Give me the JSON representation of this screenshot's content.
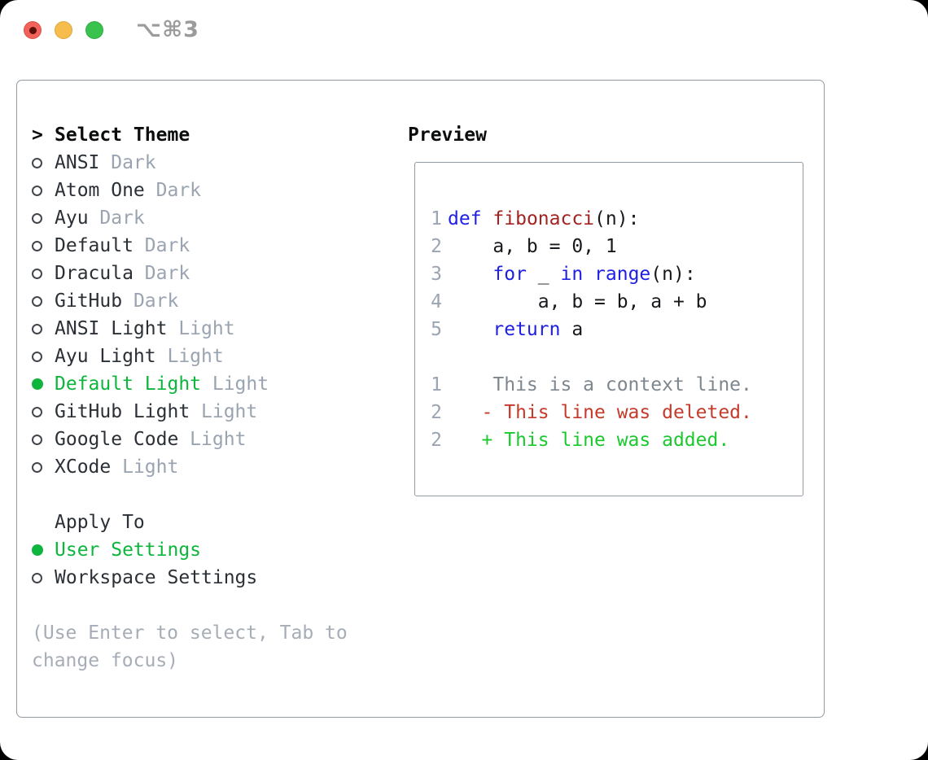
{
  "window": {
    "hotkey": "⌥⌘3",
    "traffic_lights": [
      "close",
      "minimize",
      "zoom"
    ]
  },
  "theme_picker": {
    "title_marker": ">",
    "title": "Select Theme",
    "items": [
      {
        "name": "ANSI",
        "variant": "Dark",
        "selected": false
      },
      {
        "name": "Atom One",
        "variant": "Dark",
        "selected": false
      },
      {
        "name": "Ayu",
        "variant": "Dark",
        "selected": false
      },
      {
        "name": "Default",
        "variant": "Dark",
        "selected": false
      },
      {
        "name": "Dracula",
        "variant": "Dark",
        "selected": false
      },
      {
        "name": "GitHub",
        "variant": "Dark",
        "selected": false
      },
      {
        "name": "ANSI Light",
        "variant": "Light",
        "selected": false
      },
      {
        "name": "Ayu Light",
        "variant": "Light",
        "selected": false
      },
      {
        "name": "Default Light",
        "variant": "Light",
        "selected": true
      },
      {
        "name": "GitHub Light",
        "variant": "Light",
        "selected": false
      },
      {
        "name": "Google Code",
        "variant": "Light",
        "selected": false
      },
      {
        "name": "XCode",
        "variant": "Light",
        "selected": false
      }
    ],
    "apply_to": {
      "title": "Apply To",
      "options": [
        {
          "name": "User Settings",
          "selected": true
        },
        {
          "name": "Workspace Settings",
          "selected": false
        }
      ]
    },
    "hint": "(Use Enter to select, Tab to change focus)"
  },
  "preview": {
    "title": "Preview",
    "lines": [
      {
        "num": "1",
        "segments": [
          {
            "t": "def",
            "c": "kw"
          },
          {
            "t": " ",
            "c": "pl"
          },
          {
            "t": "fibonacci",
            "c": "fn"
          },
          {
            "t": "(n):",
            "c": "pl"
          }
        ]
      },
      {
        "num": "2",
        "segments": [
          {
            "t": "    a, b = 0, 1",
            "c": "pl"
          }
        ]
      },
      {
        "num": "3",
        "segments": [
          {
            "t": "    ",
            "c": "pl"
          },
          {
            "t": "for",
            "c": "kw"
          },
          {
            "t": " _ ",
            "c": "pl"
          },
          {
            "t": "in",
            "c": "kw"
          },
          {
            "t": " ",
            "c": "pl"
          },
          {
            "t": "range",
            "c": "kw"
          },
          {
            "t": "(n):",
            "c": "pl"
          }
        ]
      },
      {
        "num": "4",
        "segments": [
          {
            "t": "        a, b = b, a + b",
            "c": "pl"
          }
        ]
      },
      {
        "num": "5",
        "segments": [
          {
            "t": "    ",
            "c": "pl"
          },
          {
            "t": "return",
            "c": "kw"
          },
          {
            "t": " a",
            "c": "pl"
          }
        ]
      },
      {
        "num": "",
        "segments": []
      },
      {
        "num": "1",
        "segments": [
          {
            "t": "    This is a context line.",
            "c": "ctx"
          }
        ]
      },
      {
        "num": "2",
        "segments": [
          {
            "t": "   - This line was deleted.",
            "c": "del"
          }
        ]
      },
      {
        "num": "2",
        "segments": [
          {
            "t": "   + This line was added.",
            "c": "add"
          }
        ]
      }
    ]
  },
  "colors": {
    "accent-green": "#0db53c",
    "keyword": "#1f20e4",
    "function": "#a32222",
    "deleted": "#c53a2a",
    "added": "#1bc92f",
    "context": "#7e868e",
    "gutter": "#9aa4b2",
    "suffix": "#9aa4b1",
    "hint": "#a6adb6",
    "border": "#929aa4",
    "text": "#2b3036",
    "code-text": "#17191c",
    "marker": "#42474d",
    "traffic-red": "#f2615a",
    "traffic-yellow": "#f7bd4c",
    "traffic-green": "#39c24e",
    "traffic-dot": "#5c110a",
    "hotkey": "#9b9b9b"
  }
}
